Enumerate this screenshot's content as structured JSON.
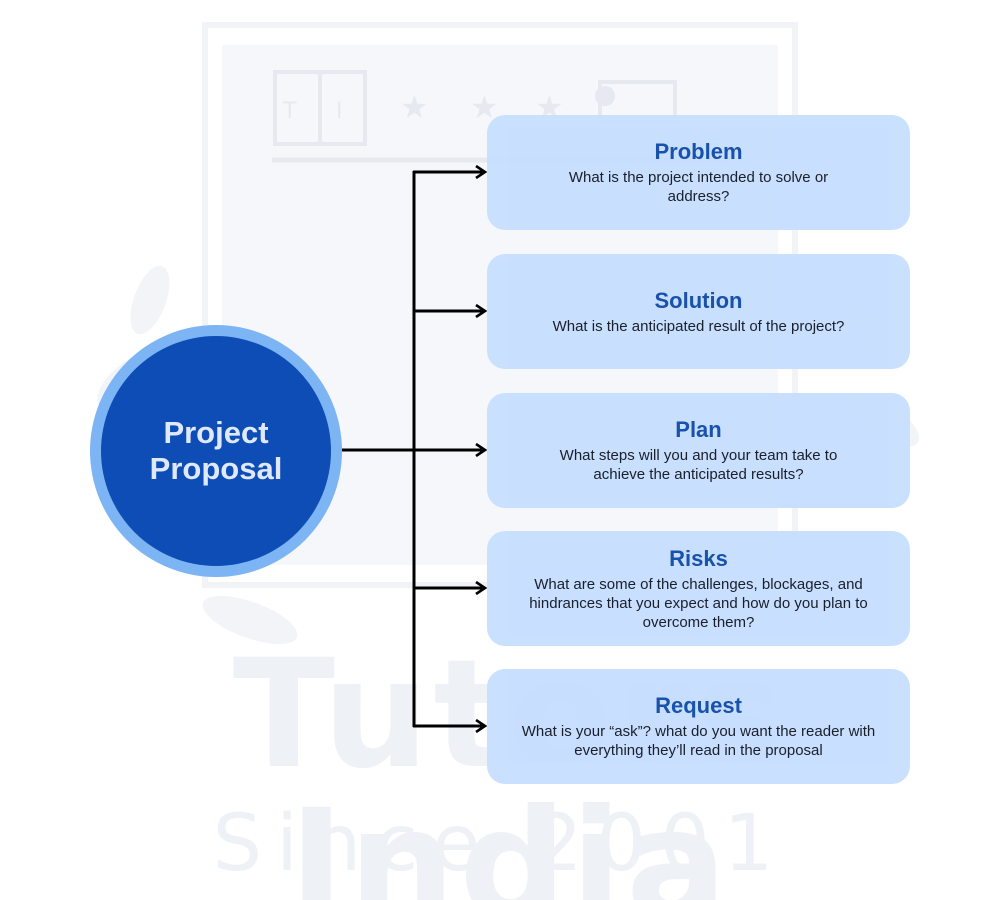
{
  "hub": {
    "label": "Project Proposal"
  },
  "cards": [
    {
      "title": "Problem",
      "description": "What is the project intended to solve or address?"
    },
    {
      "title": "Solution",
      "description": "What is the anticipated result of the project?"
    },
    {
      "title": "Plan",
      "description": "What steps will you and your team take to achieve the anticipated results?"
    },
    {
      "title": "Risks",
      "description": "What are some of the challenges, blockages, and hindrances that you expect and how do you plan to overcome them?"
    },
    {
      "title": "Request",
      "description": "What is your “ask”? what do you want the reader with everything they’ll read in the proposal"
    }
  ],
  "watermark": {
    "brand": "Tutors India",
    "tagline": "Since 2001",
    "logo_letters": "T I"
  },
  "colors": {
    "hub_fill": "#0d4db5",
    "hub_ring": "#7cb4f4",
    "card_fill": "#c7deff",
    "card_title": "#0d4aa8",
    "connector": "#000000"
  }
}
